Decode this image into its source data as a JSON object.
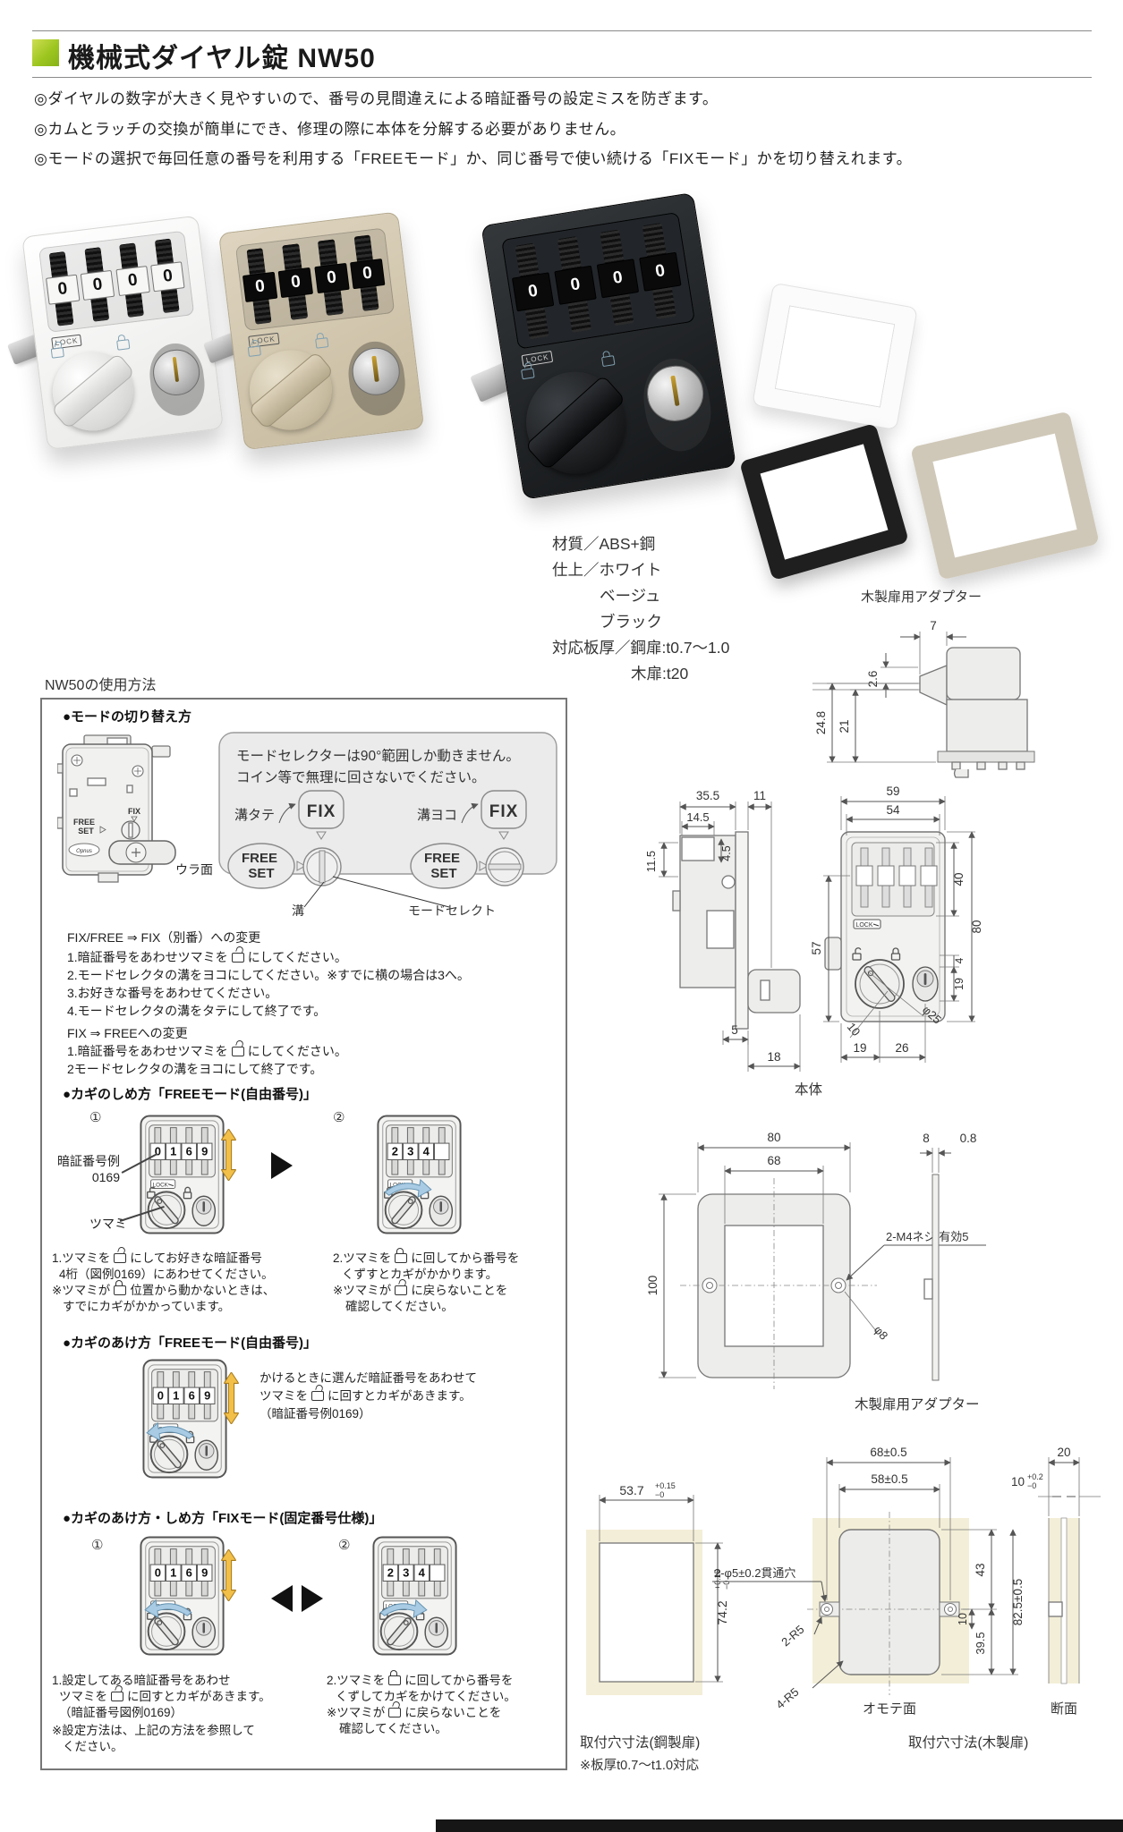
{
  "colors": {
    "accent_green": "#9dc620",
    "door_fill": "#f3eed7",
    "arrow_orange": "#f2bf49",
    "arrow_blue": "#a9cbe3",
    "frame_white": "#fafafa",
    "frame_black": "#1f1f1f",
    "frame_beige": "#cfc8b8"
  },
  "header": {
    "title": "機械式ダイヤル錠 NW50"
  },
  "features": [
    "◎ダイヤルの数字が大きく見やすいので、番号の見間違えによる暗証番号の設定ミスを防ぎます。",
    "◎カムとラッチの交換が簡単にでき、修理の際に本体を分解する必要がありません。",
    "◎モードの選択で毎回任意の番号を利用する「FREEモード」か、同じ番号で使い続ける「FIXモード」かを切り替えれます。"
  ],
  "product": {
    "lock_label": "LOCK",
    "dial_digits": [
      "0",
      "0",
      "0",
      "0"
    ],
    "specs": [
      "材質／ABS+鋼",
      "仕上／ホワイト",
      "ベージュ",
      "ブラック",
      "対応板厚／鋼扉:t0.7～1.0",
      "木扉:t20"
    ],
    "adapter_caption": "木製扉用アダプター"
  },
  "usage": {
    "heading": "NW50の使用方法",
    "dial_example": [
      "0",
      "1",
      "6",
      "9"
    ],
    "dial_scrambled": [
      "2",
      "3",
      "4",
      ""
    ],
    "mode_switch": {
      "title": "●モードの切り替え方",
      "back_label": "ウラ面",
      "brand": "Opnus",
      "note1": "モードセレクターは90°範囲しか動きません。",
      "note2": "コイン等で無理に回さないでください。",
      "groove_tate": "溝タテ",
      "groove_yoko": "溝ヨコ",
      "fix": "FIX",
      "free": "FREE",
      "set": "SET",
      "groove": "溝",
      "mode_select": "モードセレクト",
      "change1_title": "FIX/FREE ⇒ FIX（別番）への変更",
      "change1_steps": [
        [
          "1.暗証番号をあわせツマミを",
          {
            "icon": "unlock"
          },
          "にしてください。"
        ],
        [
          "2.モードセレクタの溝をヨコにしてください。※すでに横の場合は3へ。"
        ],
        [
          "3.お好きな番号をあわせてください。"
        ],
        [
          "4.モードセレクタの溝をタテにして終了です。"
        ]
      ],
      "change2_title": "FIX ⇒ FREEへの変更",
      "change2_steps": [
        [
          "1.暗証番号をあわせツマミを",
          {
            "icon": "unlock"
          },
          "にしてください。"
        ],
        [
          "2モードセレクタの溝をヨコにして終了です。"
        ]
      ]
    },
    "free_close": {
      "title": "●カギのしめ方「FREEモード(自由番号)」",
      "mark1": "①",
      "mark2": "②",
      "code_label1": "暗証番号例",
      "code_label2": "0169",
      "knob_label": "ツマミ",
      "col1": [
        [
          "1.ツマミを",
          {
            "icon": "unlock"
          },
          "にしてお好きな暗証番号"
        ],
        [
          "4桁（図例0169）にあわせてください。"
        ],
        [
          "※ツマミが",
          {
            "icon": "lock"
          },
          "位置から動かないときは、"
        ],
        [
          "すでにカギがかかっています。"
        ]
      ],
      "col2": [
        [
          "2.ツマミを",
          {
            "icon": "lock"
          },
          "に回してから番号を"
        ],
        [
          "くずすとカギがかかります。"
        ],
        [
          "※ツマミが",
          {
            "icon": "unlock"
          },
          "に戻らないことを"
        ],
        [
          "確認してください。"
        ]
      ]
    },
    "free_open": {
      "title": "●カギのあけ方「FREEモード(自由番号)」",
      "text": [
        [
          "かけるときに選んだ暗証番号をあわせて"
        ],
        [
          "ツマミを",
          {
            "icon": "unlock"
          },
          "に回すとカギがあきます。"
        ],
        [
          "（暗証番号例0169）"
        ]
      ]
    },
    "fix_mode": {
      "title": "●カギのあけ方・しめ方「FIXモード(固定番号仕様)」",
      "mark1": "①",
      "mark2": "②",
      "col1": [
        [
          "1.設定してある暗証番号をあわせ"
        ],
        [
          "ツマミを",
          {
            "icon": "unlock"
          },
          "に回すとカギがあきます。"
        ],
        [
          "（暗証番号図例0169）"
        ],
        [
          "※設定方法は、上記の方法を参照して"
        ],
        [
          "ください。"
        ]
      ],
      "col2": [
        [
          "2.ツマミを",
          {
            "icon": "lock"
          },
          "に回してから番号を"
        ],
        [
          "くずしてカギをかけてください。"
        ],
        [
          "※ツマミが",
          {
            "icon": "unlock"
          },
          "に戻らないことを"
        ],
        [
          "確認してください。"
        ]
      ]
    }
  },
  "drawings": {
    "adapter_side": {
      "caption": "木製扉用アダプター",
      "d7": "7",
      "d26": "2.6",
      "d248": "24.8",
      "d21": "21"
    },
    "body": {
      "caption": "本体",
      "d355": "35.5",
      "d11": "11",
      "d145": "14.5",
      "d45": "4.5",
      "d115": "11.5",
      "d5": "5",
      "d18": "18",
      "d59": "59",
      "d54": "54",
      "d40": "40",
      "d80": "80",
      "d57": "57",
      "d4": "4",
      "d19a": "19",
      "dphi25": "φ25",
      "d10": "10",
      "d19b": "19",
      "d26": "26"
    },
    "wood_adapter": {
      "caption": "木製扉用アダプター",
      "d80": "80",
      "d68": "68",
      "d100": "100",
      "screw_note": "2-M4ネジ 有効5",
      "dphi8": "φ8",
      "d8": "8",
      "d08": "0.8"
    },
    "steel_hole": {
      "caption": "取付穴寸法(鋼製扉)",
      "note": "※板厚t0.7～t1.0対応",
      "d537": "53.7",
      "t537p": "+0.15",
      "t537m": "−0",
      "d742": "74.2",
      "t742p": "+0.15",
      "t742m": "−0"
    },
    "wood_hole": {
      "caption": "取付穴寸法(木製扉)",
      "d68": "68±0.5",
      "d58": "58±0.5",
      "d10t": "10",
      "t10p": "+0.2",
      "t10m": "−0",
      "d20": "20",
      "d43": "43",
      "d825": "82.5±0.5",
      "d10": "10",
      "d395": "39.5",
      "hole_note": "2-φ5±0.2貫通穴",
      "r5a": "2-R5",
      "r5b": "4-R5",
      "front": "オモテ面",
      "section": "断面"
    }
  }
}
